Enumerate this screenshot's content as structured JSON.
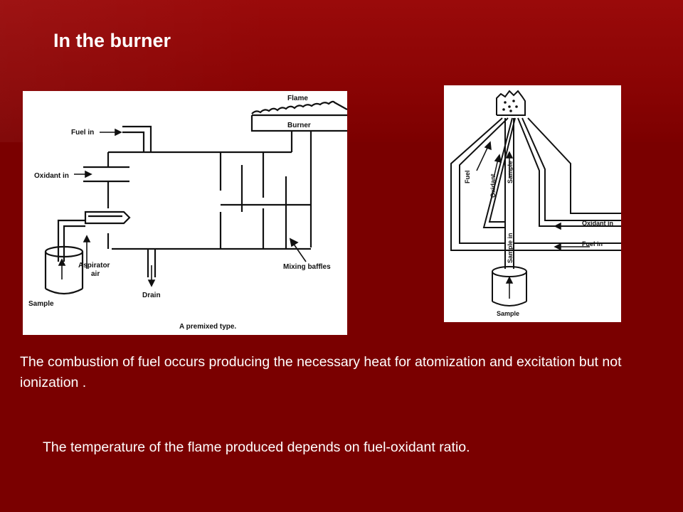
{
  "slide": {
    "title": "In the burner",
    "paragraphs": [
      "The combustion of fuel occurs producing the necessary heat for atomization and excitation but not ionization .",
      "The temperature of the flame produced depends on fuel-oxidant ratio."
    ]
  },
  "figure_left": {
    "labels": {
      "flame": "Flame",
      "burner": "Burner",
      "fuel_in": "Fuel in",
      "oxidant_in": "Oxidant in",
      "aspirator_air_1": "Aspirator",
      "aspirator_air_2": "air",
      "mixing_baffles": "Mixing baffles",
      "drain": "Drain",
      "sample": "Sample",
      "caption": "A premixed type."
    }
  },
  "figure_right": {
    "labels": {
      "fuel": "Fuel",
      "oxidant": "Oxidant",
      "sample_top": "Sample",
      "sample_in_vertical": "Sample in",
      "oxidant_in": "Oxidant in",
      "fuel_in": "Fuel in",
      "sample_bottom": "Sample"
    }
  }
}
